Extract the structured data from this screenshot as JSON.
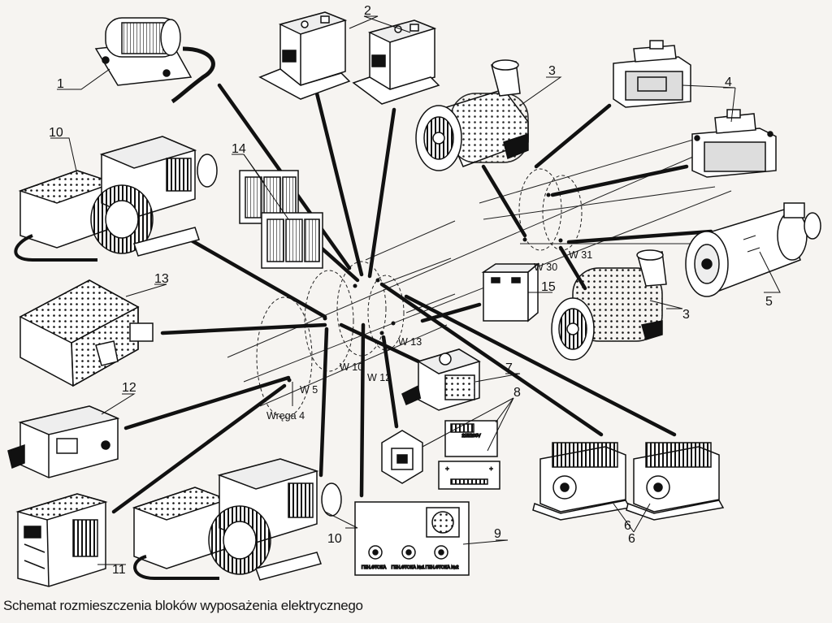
{
  "caption": "Schemat rozmieszczenia bloków wyposażenia elektrycznego",
  "callouts": [
    "1",
    "2",
    "3",
    "3",
    "4",
    "5",
    "6",
    "6",
    "7",
    "8",
    "9",
    "10",
    "10",
    "11",
    "12",
    "13",
    "14",
    "15"
  ],
  "frame_labels": {
    "wrega4": "Wręga 4",
    "w5": "W 5",
    "w10": "W 10",
    "w12": "W 12",
    "w13": "W 13",
    "w30": "W 30",
    "w31": "W 31"
  },
  "device_texts": {
    "voltage": "115/200V",
    "knob_labels": [
      "ГЕН.ФТОКА",
      "ГЕН.ФТОКА №1",
      "ГЕН.ФТОКА №2"
    ]
  },
  "colors": {
    "ink": "#111111",
    "paper": "#f6f4f1"
  }
}
